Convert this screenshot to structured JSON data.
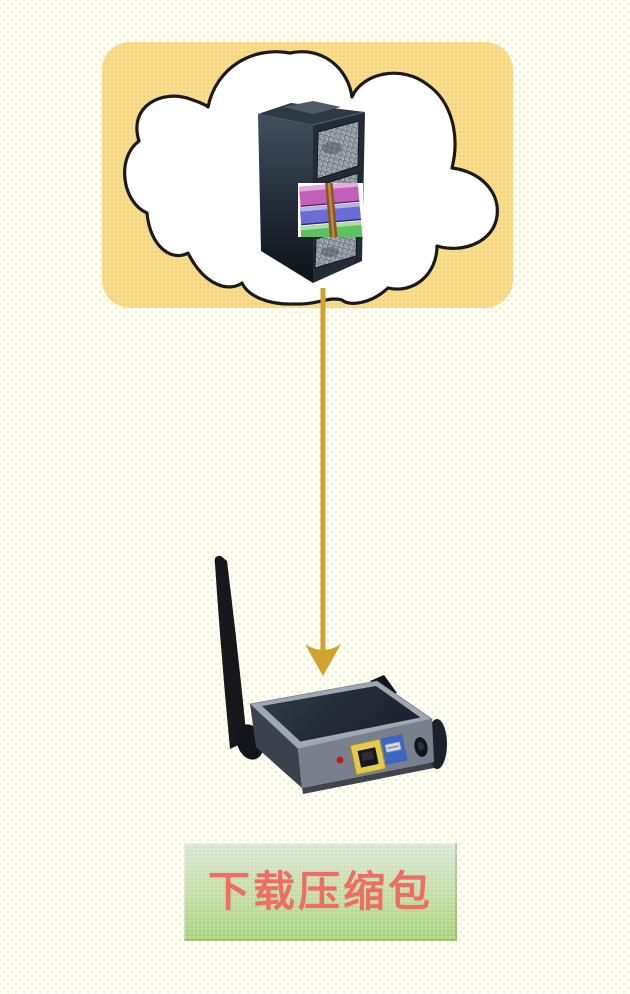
{
  "diagram_title": "download-archive-from-cloud-to-router",
  "label": {
    "text": "下载压缩包"
  },
  "icons": [
    {
      "name": "cloud-shape",
      "meaning": "internet cloud"
    },
    {
      "name": "server-tower-icon",
      "meaning": "remote server"
    },
    {
      "name": "winrar-archive-icon",
      "meaning": "compressed archive package"
    },
    {
      "name": "download-arrow-icon",
      "meaning": "download direction",
      "direction": "down"
    },
    {
      "name": "wireless-router-icon",
      "meaning": "wireless router / access point"
    }
  ],
  "colors": {
    "page_dot": "#f4efa2",
    "panel_yellow": "#f8dd8c",
    "cloud_fill": "#ffffff",
    "cloud_outline": "#1a1a1a",
    "arrow_gold": "#d1a22e",
    "server_dark": "#222b36",
    "mesh_gray": "#9aa1a9",
    "rar_pink": "#c25fba",
    "rar_blue": "#6b6cd8",
    "rar_green": "#5dc163",
    "rar_strap": "#8a5526",
    "router_body": "#77808c",
    "router_top": "#29323e",
    "port_yellow": "#e3cb50",
    "port_blue": "#3a67c4",
    "led_red": "#c81410",
    "label_bg_top": "#dae6db",
    "label_bg_bottom": "#a7d37e",
    "label_text": "#ee6e64"
  }
}
